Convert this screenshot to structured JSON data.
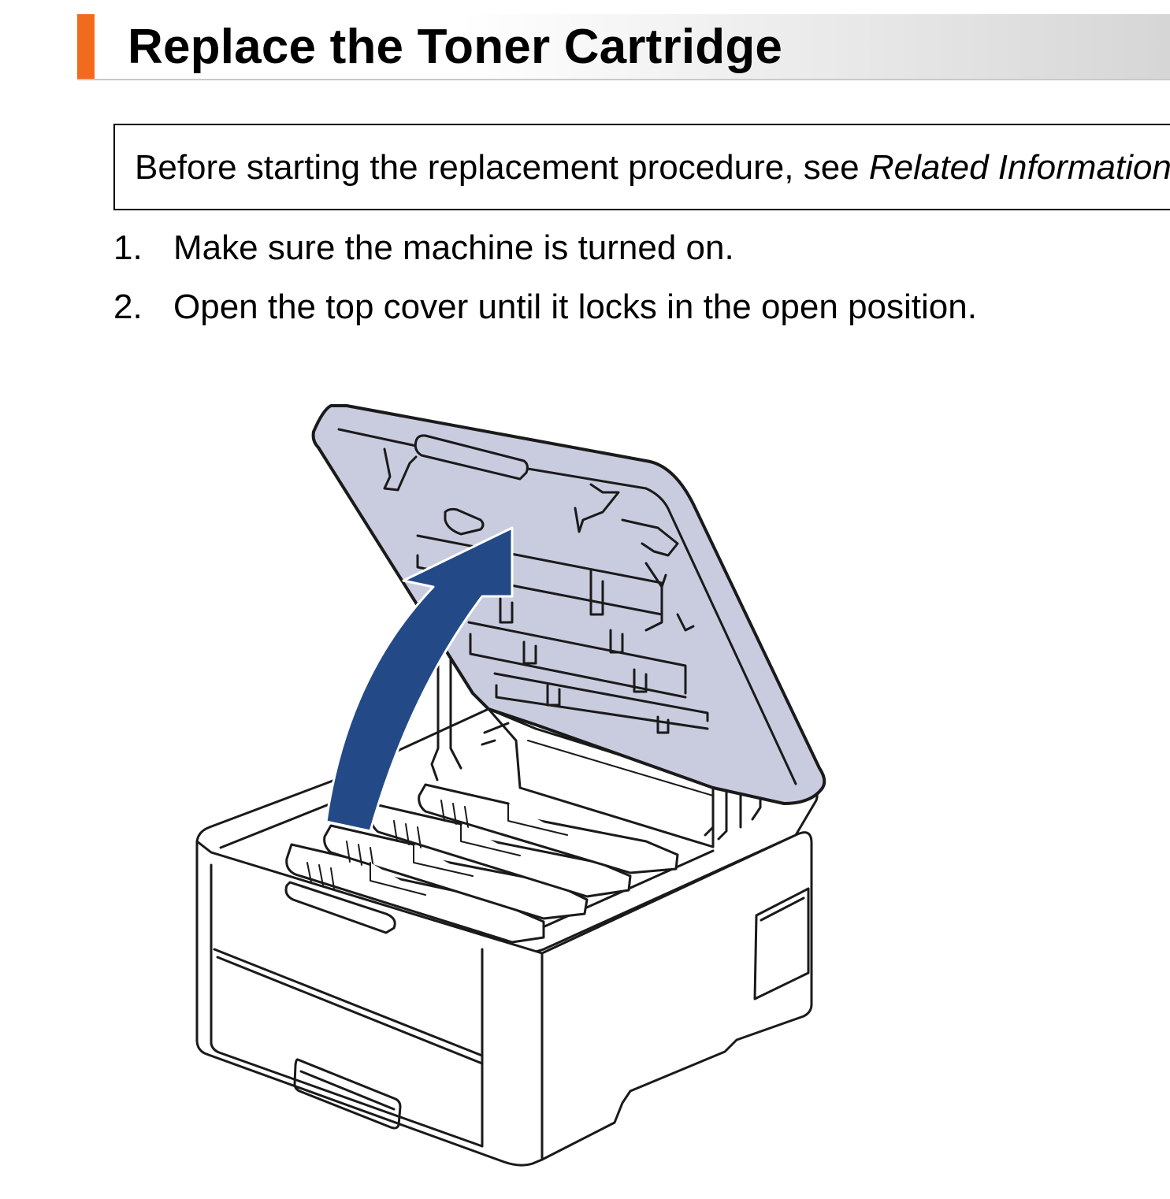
{
  "header": {
    "title": "Replace the Toner Cartridge",
    "accent_color": "#f26b1d"
  },
  "note": {
    "text_before": "Before starting the replacement procedure, see ",
    "link_text": "Related Information"
  },
  "steps": [
    {
      "number": "1.",
      "text": "Make sure the machine is turned on."
    },
    {
      "number": "2.",
      "text": "Open the top cover until it locks in the open position."
    }
  ],
  "illustration": {
    "cover_color": "#c9cbdf",
    "arrow_color": "#234a87"
  }
}
